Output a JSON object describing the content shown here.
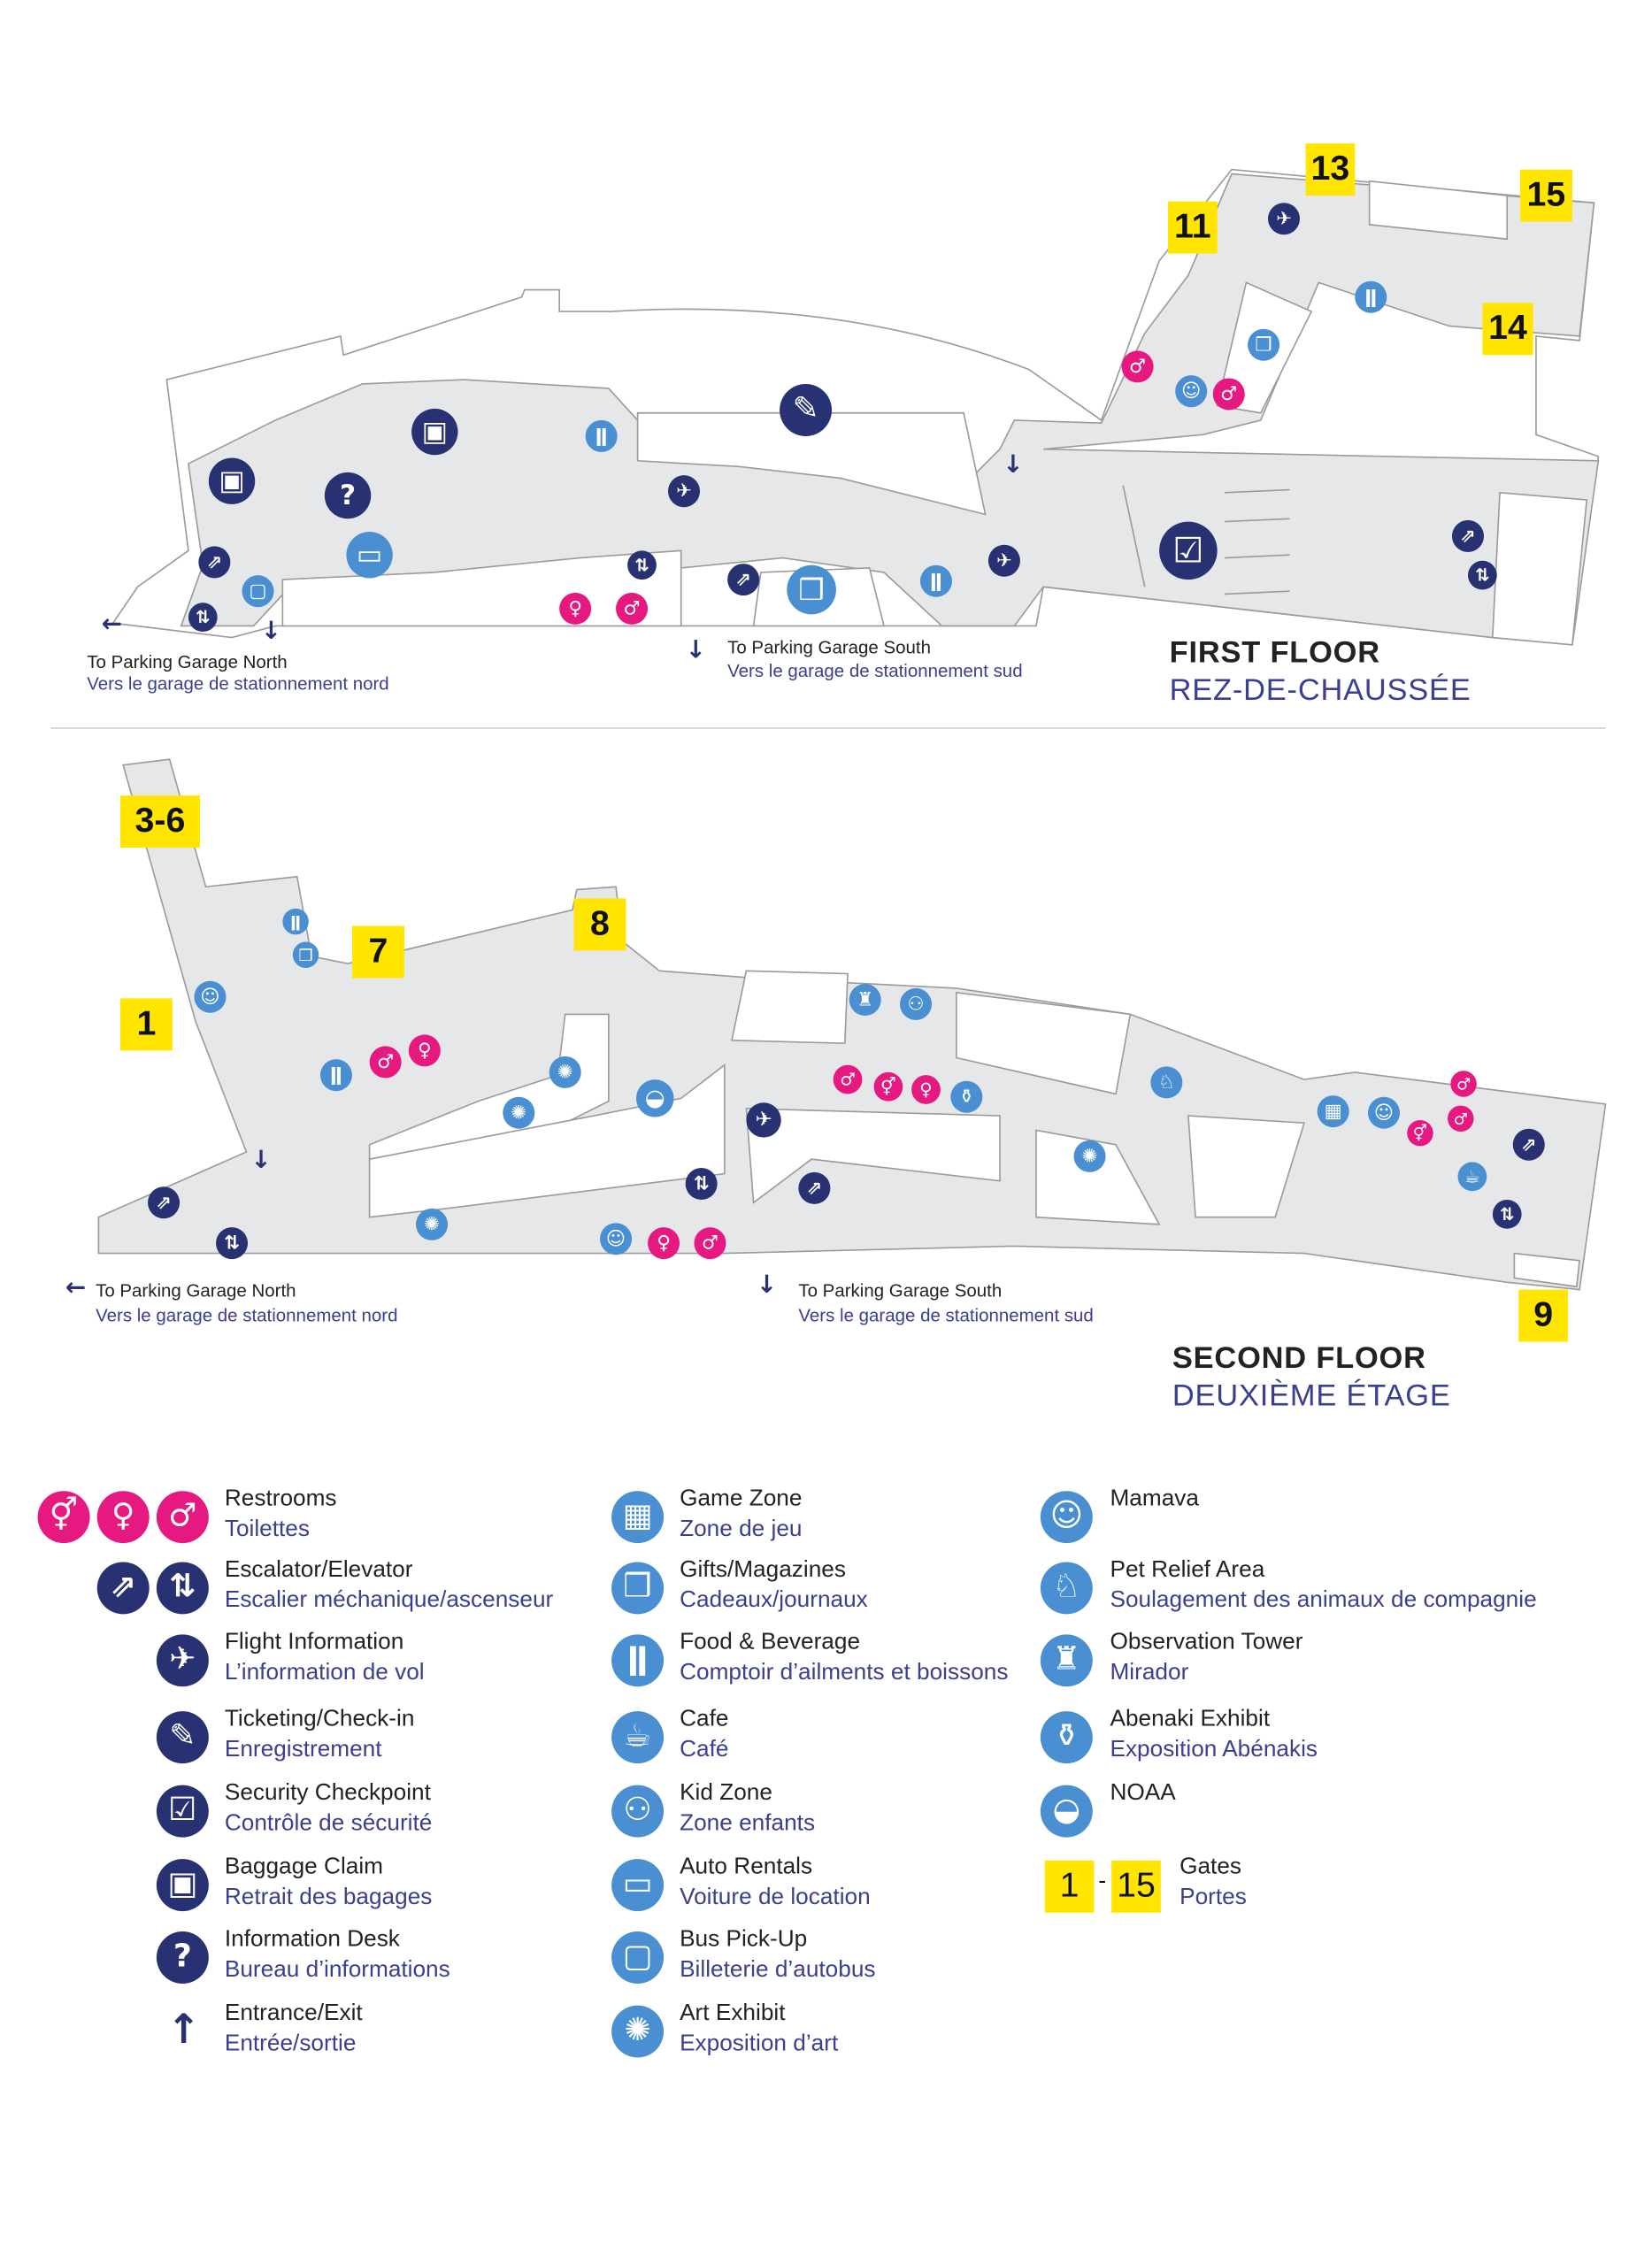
{
  "colors": {
    "navy": "#283272",
    "blue": "#4a8fd1",
    "pink": "#e5197f",
    "gate_yellow": "#ffe500",
    "floor_gray": "#e6e7e8"
  },
  "first_floor": {
    "title": "FIRST FLOOR",
    "title_fr": "REZ-DE-CHAUSSÉE",
    "gates": [
      "11",
      "13",
      "15",
      "14"
    ],
    "parking_north": {
      "en": "To Parking Garage North",
      "fr": "Vers le garage de stationnement nord"
    },
    "parking_south": {
      "en": "To Parking Garage South",
      "fr": "Vers le garage de stationnement sud"
    }
  },
  "second_floor": {
    "title": "SECOND FLOOR",
    "title_fr": "DEUXIÈME ÉTAGE",
    "gates": [
      "3-6",
      "7",
      "8",
      "1",
      "9"
    ],
    "parking_north": {
      "en": "To Parking Garage North",
      "fr": "Vers le garage de stationnement nord"
    },
    "parking_south": {
      "en": "To Parking Garage South",
      "fr": "Vers le garage de stationnement sud"
    }
  },
  "legend": [
    {
      "en": "Restrooms",
      "fr": "Toilettes",
      "icons": [
        "all-gender-restroom-icon",
        "womens-restroom-icon",
        "mens-restroom-icon"
      ]
    },
    {
      "en": "Escalator/Elevator",
      "fr": "Escalier méchanique/ascenseur",
      "icons": [
        "escalator-icon",
        "elevator-icon"
      ]
    },
    {
      "en": "Flight Information",
      "fr": "L’information de vol",
      "icons": [
        "flight-icon"
      ]
    },
    {
      "en": "Ticketing/Check-in",
      "fr": "Enregistrement",
      "icons": [
        "ticketing-icon"
      ]
    },
    {
      "en": "Security Checkpoint",
      "fr": "Contrôle de sécurité",
      "icons": [
        "security-icon"
      ]
    },
    {
      "en": "Baggage Claim",
      "fr": "Retrait des bagages",
      "icons": [
        "baggage-icon"
      ]
    },
    {
      "en": "Information Desk",
      "fr": "Bureau d’informations",
      "icons": [
        "info-icon"
      ]
    },
    {
      "en": "Entrance/Exit",
      "fr": "Entrée/sortie",
      "icons": [
        "entrance-arrow-icon"
      ]
    },
    {
      "en": "Game Zone",
      "fr": "Zone de jeu",
      "icons": [
        "game-zone-icon"
      ]
    },
    {
      "en": "Gifts/Magazines",
      "fr": "Cadeaux/journaux",
      "icons": [
        "gifts-icon"
      ]
    },
    {
      "en": "Food & Beverage",
      "fr": "Comptoir d’ailments et boissons",
      "icons": [
        "food-icon"
      ]
    },
    {
      "en": "Cafe",
      "fr": "Café",
      "icons": [
        "cafe-icon"
      ]
    },
    {
      "en": "Kid Zone",
      "fr": "Zone enfants",
      "icons": [
        "kid-zone-icon"
      ]
    },
    {
      "en": "Auto Rentals",
      "fr": "Voiture de location",
      "icons": [
        "auto-rental-icon"
      ]
    },
    {
      "en": "Bus Pick-Up",
      "fr": "Billeterie d’autobus",
      "icons": [
        "bus-icon"
      ]
    },
    {
      "en": "Art Exhibit",
      "fr": "Exposition d’art",
      "icons": [
        "art-icon"
      ]
    },
    {
      "en": "Mamava",
      "fr": "",
      "icons": [
        "mamava-icon"
      ]
    },
    {
      "en": "Pet Relief Area",
      "fr": "Soulagement des animaux de compagnie",
      "icons": [
        "pet-relief-icon"
      ]
    },
    {
      "en": "Observation Tower",
      "fr": "Mirador",
      "icons": [
        "observation-tower-icon"
      ]
    },
    {
      "en": "Abenaki Exhibit",
      "fr": "Exposition Abénakis",
      "icons": [
        "abenaki-icon"
      ]
    },
    {
      "en": "NOAA",
      "fr": "",
      "icons": [
        "noaa-icon"
      ]
    },
    {
      "en": "Gates",
      "fr": "Portes",
      "gate_from": "1",
      "gate_sep": "-",
      "gate_to": "15"
    }
  ]
}
